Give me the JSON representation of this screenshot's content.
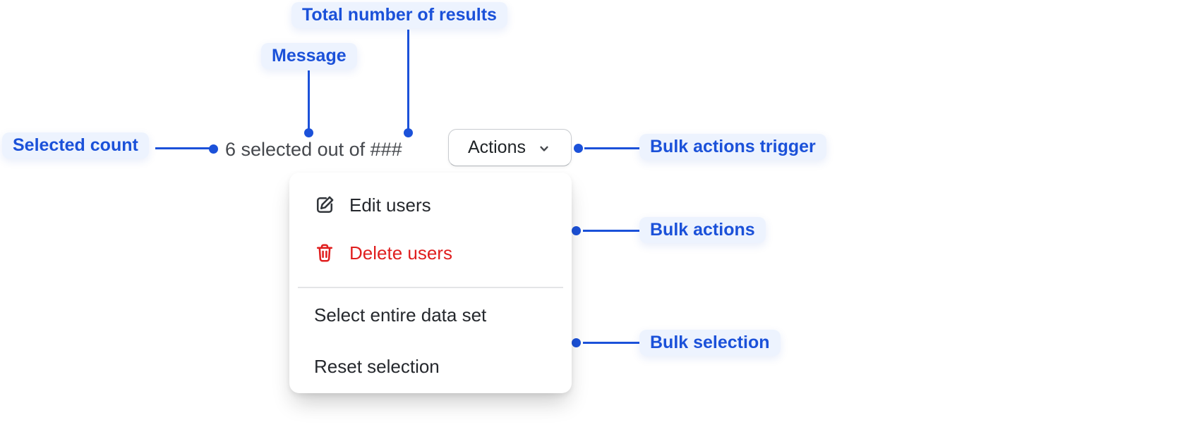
{
  "annotations": {
    "total_results": "Total number of results",
    "message": "Message",
    "selected_count": "Selected count",
    "bulk_actions_trigger": "Bulk actions trigger",
    "bulk_actions": "Bulk actions",
    "bulk_selection": "Bulk selection"
  },
  "bulk_bar": {
    "message": "6 selected out of ###",
    "actions_label": "Actions"
  },
  "menu": {
    "items": [
      {
        "label": "Edit users",
        "icon": "edit-icon",
        "tone": "default"
      },
      {
        "label": "Delete users",
        "icon": "trash-icon",
        "tone": "critical"
      },
      {
        "label": "Select entire data set",
        "tone": "default"
      },
      {
        "label": "Reset selection",
        "tone": "default"
      }
    ]
  },
  "colors": {
    "annotation_accent": "#1b51d9",
    "annotation_badge_bg": "#edf3fe",
    "critical": "#e01f1f",
    "text_dark": "#25282d",
    "text_subdued": "#45484d"
  }
}
